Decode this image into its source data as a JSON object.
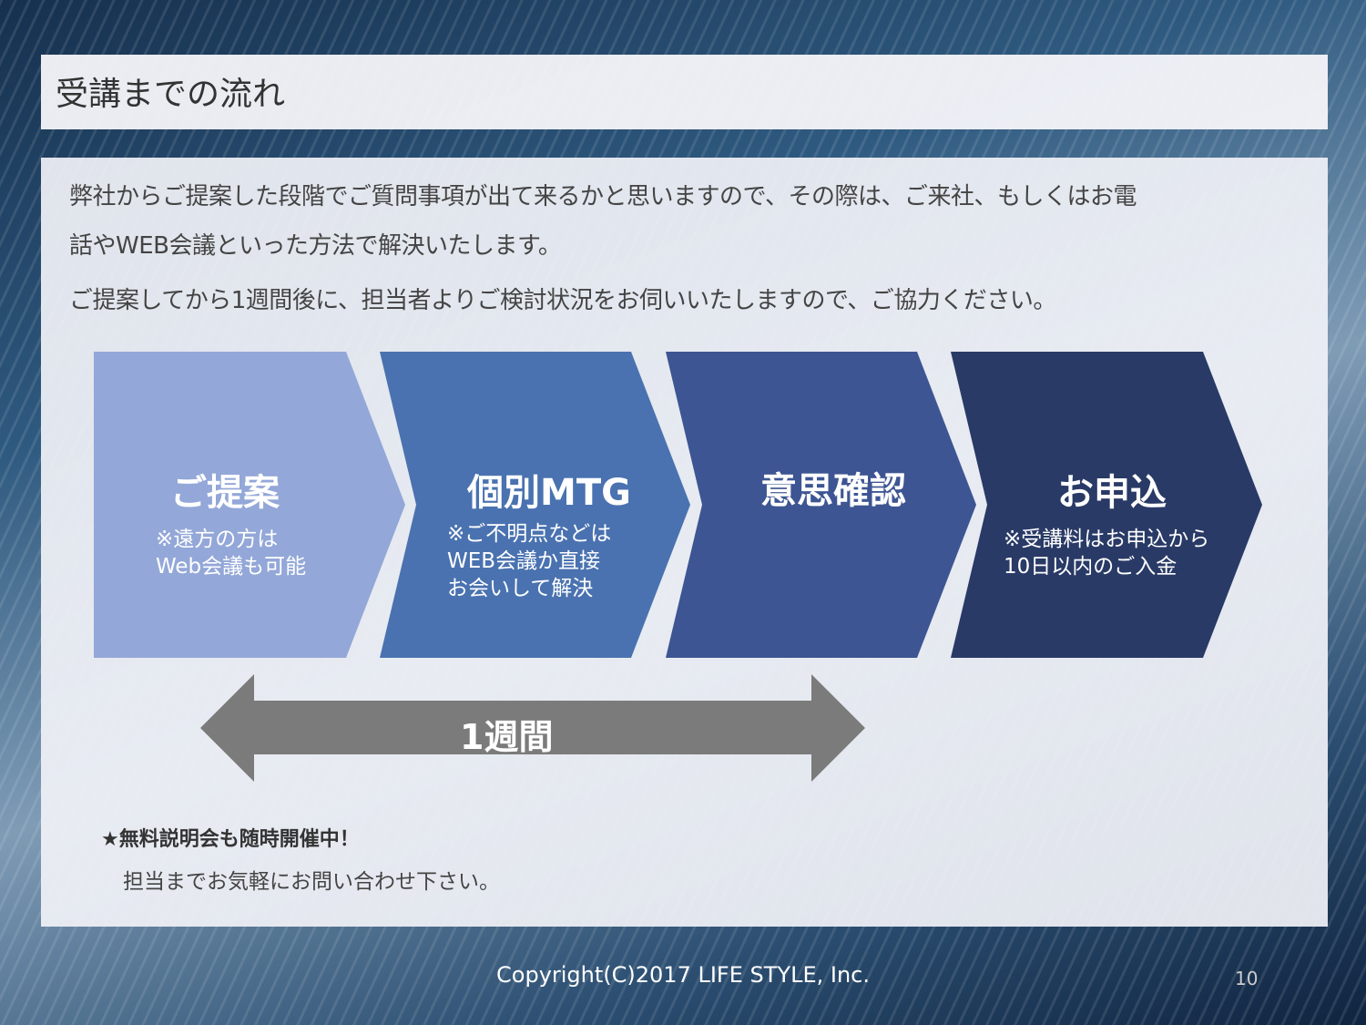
{
  "title": "受講までの流れ",
  "intro": [
    "弊社からご提案した段階でご質問事項が出て来るかと思いますので、その際は、ご来社、もしくはお電",
    "話やWEB会議といった方法で解決いたします。",
    "ご提案してから1週間後に、担当者よりご検討状況をお伺いいたしますので、ご協力ください。"
  ],
  "steps": [
    {
      "title": "ご提案",
      "note": [
        "※遠方の方は",
        "Web会議も可能"
      ],
      "color": "#93a7d8"
    },
    {
      "title": "個別MTG",
      "note": [
        "※ご不明点などは",
        "WEB会議か直接",
        "お会いして解決"
      ],
      "color": "#4a72b0"
    },
    {
      "title": "意思確認",
      "note": [],
      "color": "#3d5592"
    },
    {
      "title": "お申込",
      "note": [
        "※受講料はお申込から",
        "10日以内のご入金"
      ],
      "color": "#293a66"
    }
  ],
  "duration": "1週間",
  "notice": {
    "title": "★無料説明会も随時開催中！",
    "body": "担当までお気軽にお問い合わせ下さい。"
  },
  "footer": {
    "copyright": "Copyright(C)2017 LIFE STYLE, Inc.",
    "page": "10"
  }
}
